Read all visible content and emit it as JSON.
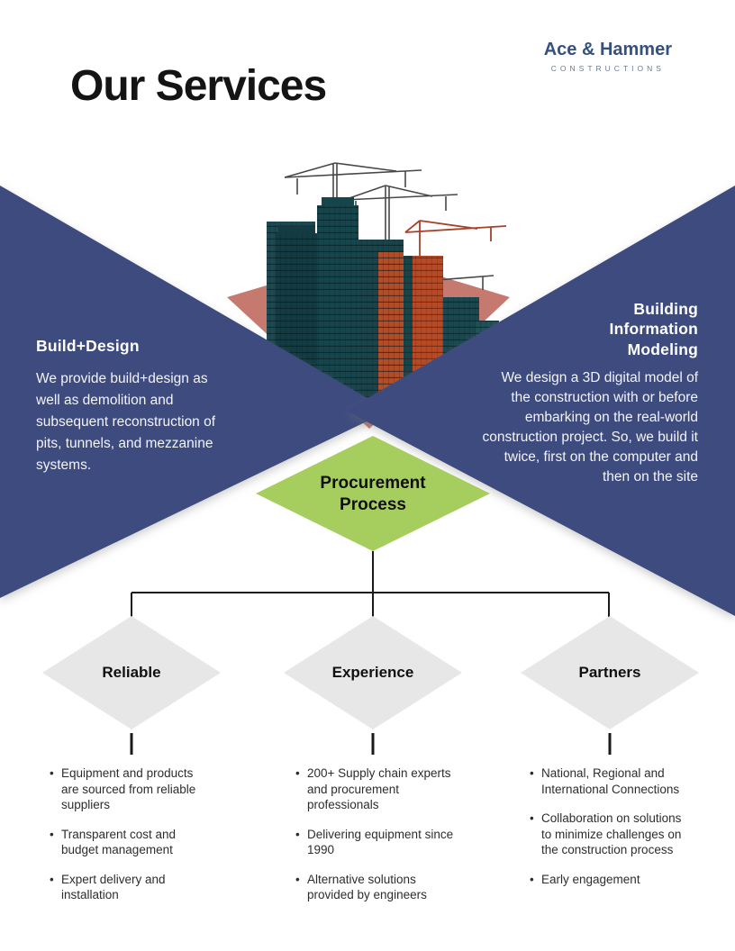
{
  "brand": {
    "name": "Ace & Hammer",
    "tagline": "CONSTRUCTIONS"
  },
  "title": "Our Services",
  "left_panel": {
    "heading": "Build+Design",
    "body": "We provide build+design as well as demolition and subsequent reconstruction of pits, tunnels, and mezzanine systems."
  },
  "right_panel": {
    "heading": "Building Information Modeling",
    "body": "We design a 3D digital model of the construction with or before embarking on the real-world construction project. So, we build it twice, first on the computer and then on the site"
  },
  "flowchart": {
    "root_label": "Procurement Process",
    "branches": [
      {
        "label": "Reliable",
        "bullets": [
          "Equipment and products are sourced from reliable suppliers",
          "Transparent cost and budget management",
          "Expert delivery and installation"
        ]
      },
      {
        "label": "Experience",
        "bullets": [
          "200+ Supply chain experts and procurement professionals",
          "Delivering equipment since 1990",
          "Alternative solutions provided by engineers"
        ]
      },
      {
        "label": "Partners",
        "bullets": [
          "National, Regional and International Connections",
          "Collaboration on solutions to minimize challenges on the construction process",
          "Early engagement"
        ]
      }
    ]
  },
  "colors": {
    "navy": "#3c4c7e",
    "green": "#a6ce5e",
    "salmon": "#c6796f",
    "gray_diamond": "#e7e7e7",
    "connector": "#1a1a1a",
    "title_text": "#141414",
    "logo_navy": "#35517e",
    "logo_tagline_gray": "#6b7a95",
    "building_teal": "#17454c",
    "building_orange": "#c9502a"
  }
}
